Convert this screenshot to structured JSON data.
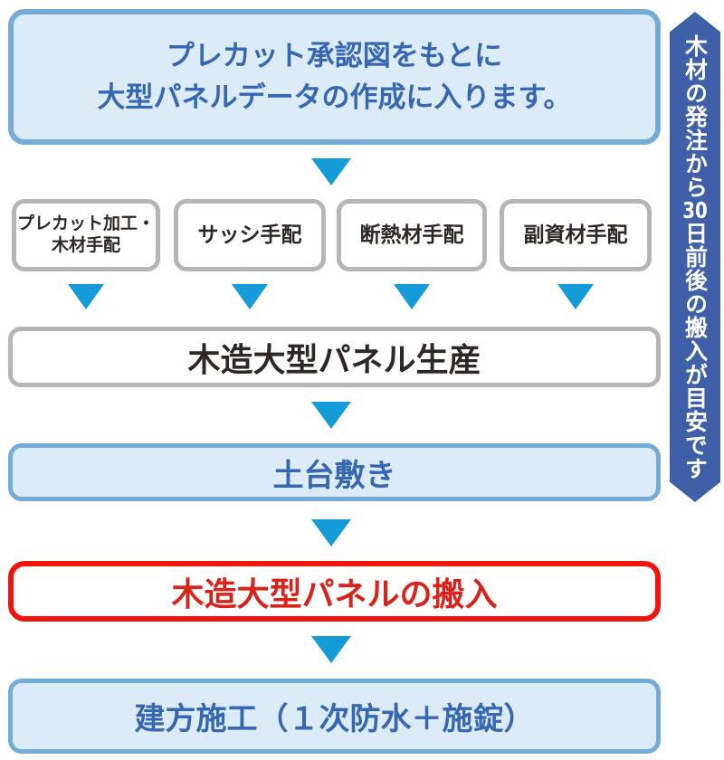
{
  "title_box": {
    "line1": "プレカット承認図をもとに",
    "line2": "大型パネルデータの作成に入ります。"
  },
  "procurement_boxes": [
    {
      "line1": "プレカット加工・",
      "line2": "木材手配"
    },
    {
      "line1": "サッシ手配"
    },
    {
      "line1": "断熱材手配"
    },
    {
      "line1": "副資材手配"
    }
  ],
  "production_box": {
    "label": "木造大型パネル生産"
  },
  "dodai_box": {
    "label": "土台敷き"
  },
  "carry_in_box": {
    "label": "木造大型パネルの搬入"
  },
  "tatekata_box": {
    "label": "建方施工（１次防水＋施錠）"
  },
  "side_banner": {
    "text_before_number": "木材の発注から",
    "number": "30",
    "text_after_number": "日前後の搬入が目安です"
  },
  "colors": {
    "light_blue_fill": "#dbecf8",
    "blue_border": "#74abd9",
    "blue_text": "#3767b1",
    "arrow_blue": "#149bd8",
    "gray_border": "#b5b5b5",
    "dark_text": "#2e2725",
    "red_border": "#ee150c",
    "red_text": "#d8231c",
    "banner_navy": "#3f5fa7",
    "banner_text": "#ffffff"
  }
}
